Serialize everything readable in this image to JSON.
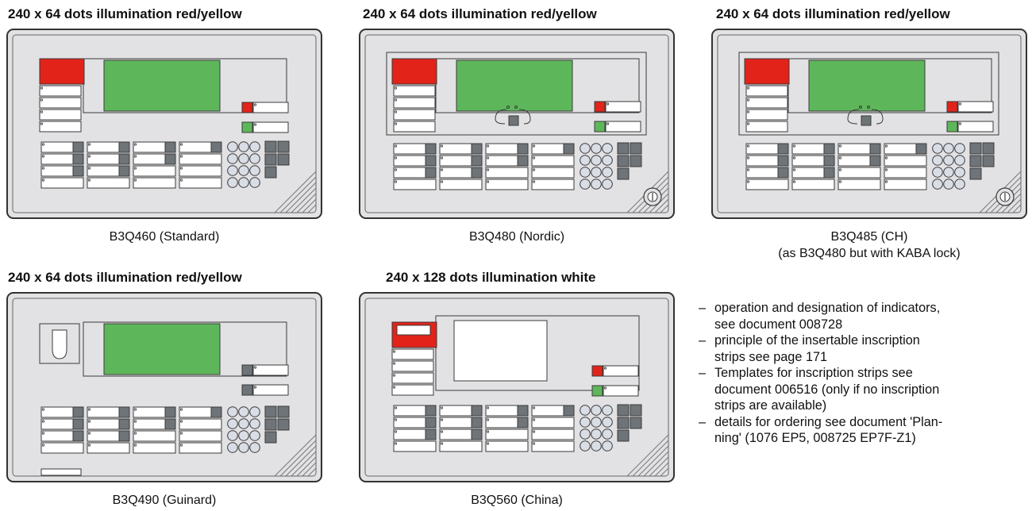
{
  "panels": [
    {
      "title": "240 x 64 dots illumination red/yellow",
      "caption": [
        "B3Q460 (Standard)"
      ]
    },
    {
      "title": "240 x 64 dots illumination red/yellow",
      "caption": [
        "B3Q480 (Nordic)"
      ]
    },
    {
      "title": "240 x 64 dots illumination red/yellow",
      "caption": [
        "B3Q485 (CH)",
        "(as B3Q480 but with KABA lock)"
      ]
    },
    {
      "title": "240 x 64 dots illumination red/yellow",
      "caption": [
        "B3Q490 (Guinard)"
      ]
    },
    {
      "title": "240 x 128 dots illumination white",
      "caption": [
        "B3Q560 (China)"
      ]
    }
  ],
  "notes": {
    "dash": "–",
    "items": [
      [
        "operation and designation of indicators,",
        "see document 008728"
      ],
      [
        "principle of the insertable inscription",
        "strips see page 171"
      ],
      [
        "Templates for inscription strips see",
        "document 006516 (only if no inscription",
        "strips are available)"
      ],
      [
        "details for ordering see document 'Plan-",
        "ning' (1076 EP5, 008725 EP7F-Z1)"
      ]
    ]
  },
  "colors": {
    "panel_fill": "#e2e2e4",
    "display_fill": "#5db75a",
    "led_red": "#e2231a",
    "led_green": "#5db75a",
    "key_grey": "#6e7478",
    "button_fill": "#d9dde6",
    "outline": "#3a3a3a"
  }
}
